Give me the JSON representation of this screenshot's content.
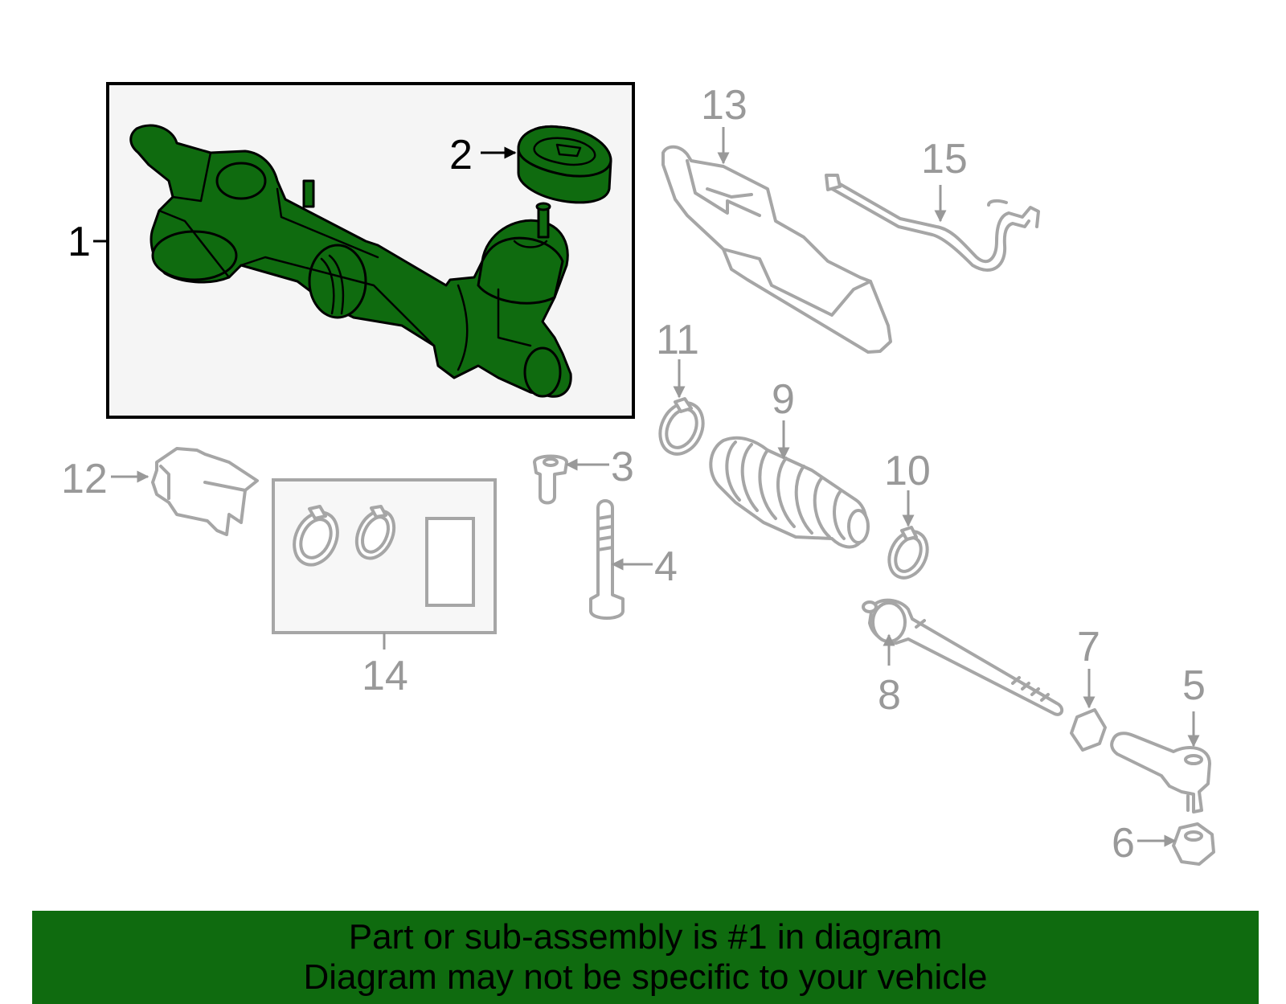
{
  "callouts": {
    "c1": "1",
    "c2": "2",
    "c3": "3",
    "c4": "4",
    "c5": "5",
    "c6": "6",
    "c7": "7",
    "c8": "8",
    "c9": "9",
    "c10": "10",
    "c11": "11",
    "c12": "12",
    "c13": "13",
    "c14": "14",
    "c15": "15"
  },
  "highlighted_part": "1",
  "colors": {
    "highlight": "#0f6b0f",
    "outline": "#a6a6a6",
    "callout_grey": "#999999"
  },
  "banner": {
    "line1": "Part or sub-assembly is #1 in diagram",
    "line2": "Diagram may not be specific to your vehicle"
  }
}
